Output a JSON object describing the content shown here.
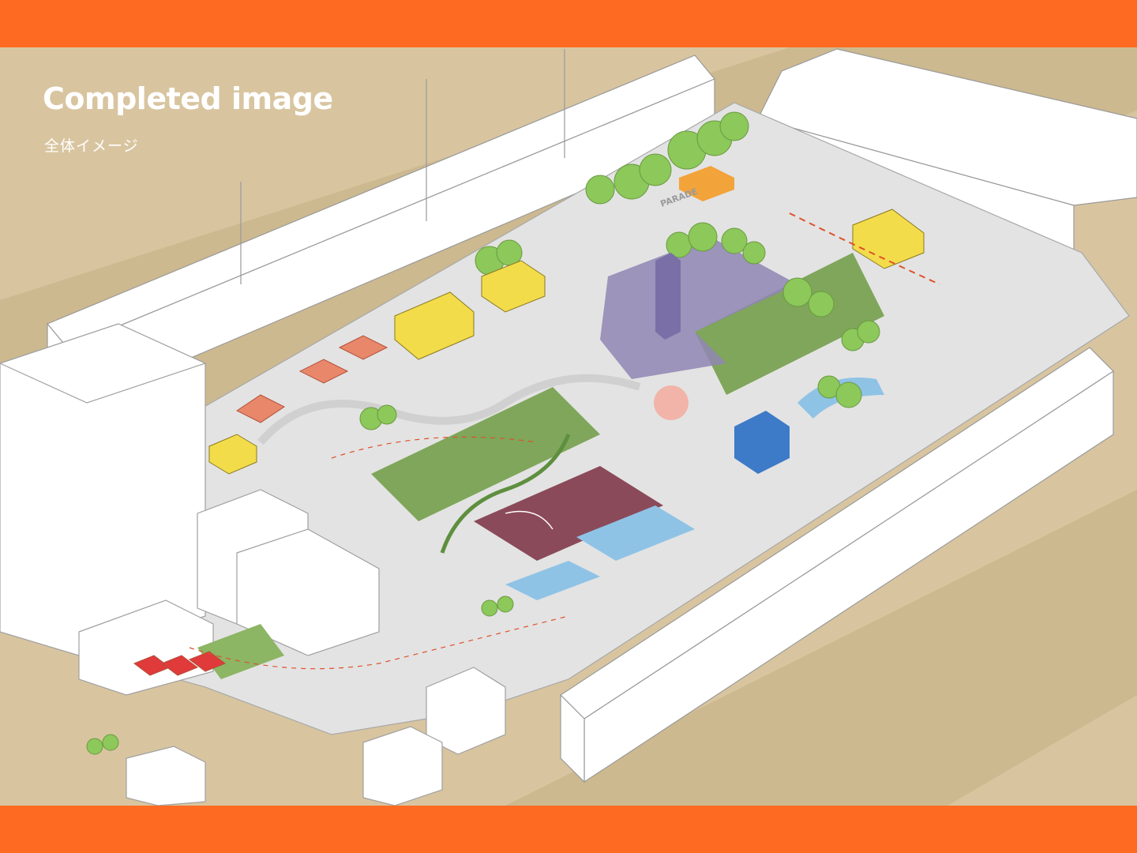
{
  "header": {
    "title": "Completed image",
    "subtitle": "全体イメージ"
  },
  "illustration": {
    "description_label": "parade-route label",
    "parade_label": "PARADE"
  },
  "colors": {
    "frame_orange": "#ff6a22",
    "background_tan": "#d8c5a0",
    "plaza_grey": "#e3e3e3",
    "lawn_green": "#7fa65a",
    "court_maroon": "#8a4a5a",
    "lane_purple": "#8f86b4",
    "water_blue": "#8fc3e6",
    "truck_yellow": "#f3dc4a",
    "tree_green": "#8cc85a"
  }
}
